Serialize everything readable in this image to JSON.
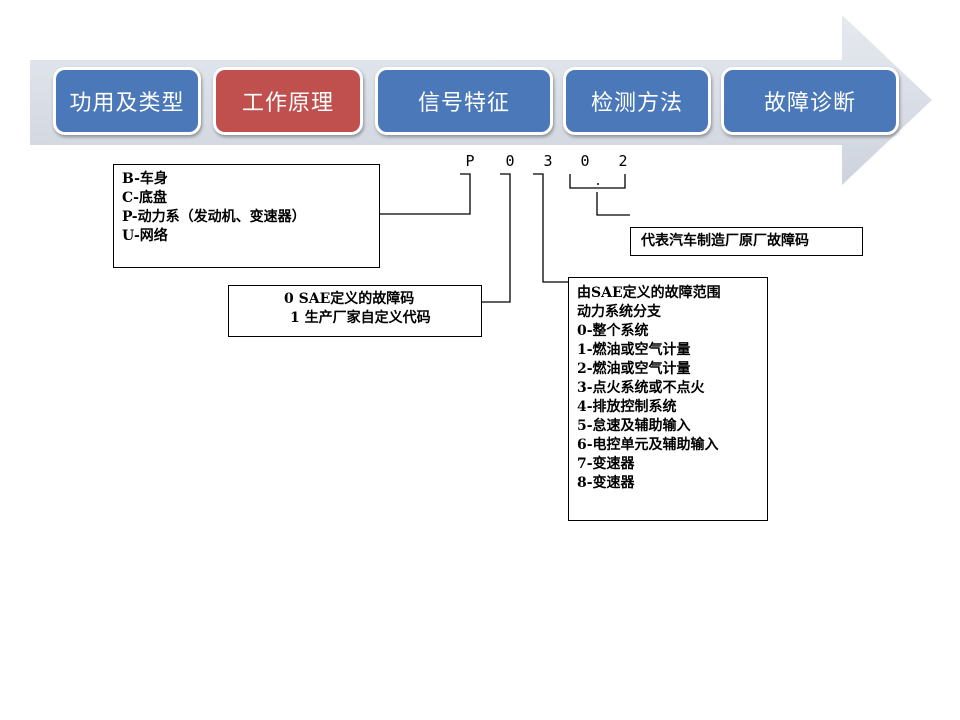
{
  "nav": {
    "tabs": [
      {
        "label": "功用及类型"
      },
      {
        "label": "工作原理",
        "active": true
      },
      {
        "label": "信号特征"
      },
      {
        "label": "检测方法"
      },
      {
        "label": "故障诊断"
      }
    ]
  },
  "colors": {
    "tab_blue": "#4a78b8",
    "tab_active": "#c0504d",
    "arrow_band": "#d8dde6"
  },
  "code": {
    "chars": [
      "P",
      "0",
      "3",
      "0",
      "2"
    ]
  },
  "boxes": {
    "system": [
      "B-车身",
      "C-底盘",
      "P-动力系（发动机、变速器）",
      "U-网络"
    ],
    "code_type": [
      "0  SAE定义的故障码",
      "1 生产厂家自定义代码"
    ],
    "range": [
      "由SAE定义的故障范围",
      "动力系统分支",
      "0-整个系统",
      "1-燃油或空气计量",
      "2-燃油或空气计量",
      "3-点火系统或不点火",
      "4-排放控制系统",
      "5-怠速及辅助输入",
      "6-电控单元及辅助输入",
      "7-变速器",
      "8-变速器"
    ],
    "manufacturer": [
      "代表汽车制造厂原厂故障码"
    ]
  }
}
